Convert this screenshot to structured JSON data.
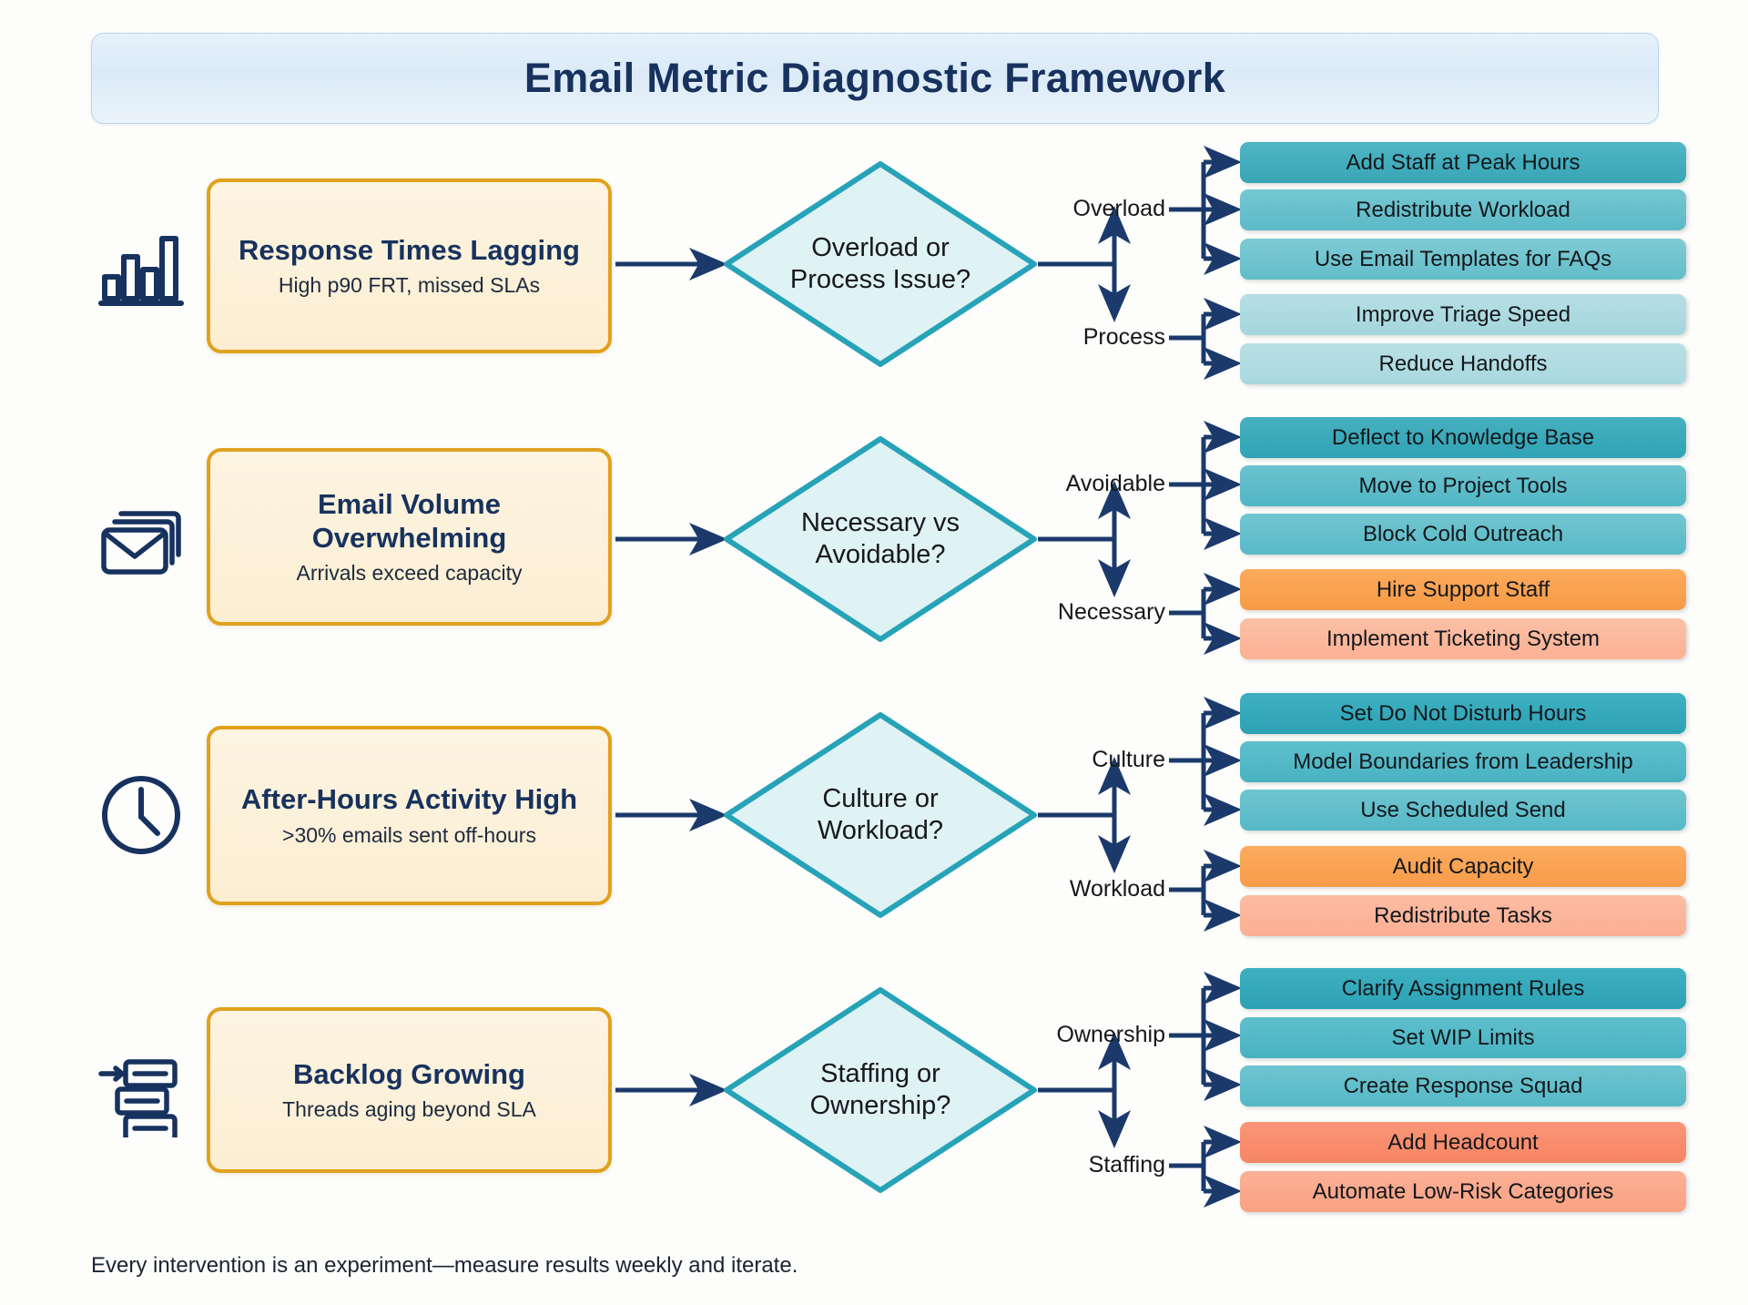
{
  "header": {
    "title": "Email Metric Diagnostic Framework"
  },
  "footer": {
    "note": "Every intervention is an experiment—measure results weekly and iterate."
  },
  "colors": {
    "background": "#fdfdfb",
    "banner_bg": "#e6f2fb",
    "banner_border": "#b9d6ea",
    "title_text": "#17325e",
    "problem_border": "#e0a21d",
    "problem_fill": "#fbeed2",
    "diamond_fill": "#dff2f4",
    "diamond_stroke": "#27a3b8",
    "connector": "#1c3a६e",
    "arrow_navy": "#1b3a6b",
    "teal_primary": "#38a5b6",
    "teal_light": "#a8d8de",
    "orange_primary": "#f79a45",
    "orange_light": "#fbb195",
    "coral": "#f78565"
  },
  "rows": [
    {
      "id": "response-times",
      "icon": "bar-chart-icon",
      "problem": {
        "title": "Response Times Lagging",
        "subtitle": "High p90 FRT, missed SLAs"
      },
      "decision": {
        "line1": "Overload or",
        "line2": "Process Issue?"
      },
      "branches": [
        {
          "label": "Overload",
          "actions": [
            {
              "text": "Add Staff at Peak Hours",
              "style": "t1"
            },
            {
              "text": "Redistribute Workload",
              "style": "t2"
            },
            {
              "text": "Use Email Templates for FAQs",
              "style": "t3"
            }
          ]
        },
        {
          "label": "Process",
          "actions": [
            {
              "text": "Improve Triage Speed",
              "style": "t4"
            },
            {
              "text": "Reduce Handoffs",
              "style": "t5"
            }
          ]
        }
      ]
    },
    {
      "id": "email-volume",
      "icon": "stacked-envelopes-icon",
      "problem": {
        "title": "Email Volume Overwhelming",
        "subtitle": "Arrivals exceed capacity"
      },
      "decision": {
        "line1": "Necessary vs",
        "line2": "Avoidable?"
      },
      "branches": [
        {
          "label": "Avoidable",
          "actions": [
            {
              "text": "Deflect to Knowledge Base",
              "style": "tA"
            },
            {
              "text": "Move to Project Tools",
              "style": "tB"
            },
            {
              "text": "Block Cold Outreach",
              "style": "tC"
            }
          ]
        },
        {
          "label": "Necessary",
          "actions": [
            {
              "text": "Hire Support Staff",
              "style": "o1"
            },
            {
              "text": "Implement Ticketing System",
              "style": "o2"
            }
          ]
        }
      ]
    },
    {
      "id": "after-hours",
      "icon": "clock-icon",
      "problem": {
        "title": "After-Hours Activity High",
        "subtitle": ">30% emails sent off-hours"
      },
      "decision": {
        "line1": "Culture or",
        "line2": "Workload?"
      },
      "branches": [
        {
          "label": "Culture",
          "actions": [
            {
              "text": "Set Do Not Disturb Hours",
              "style": "tD"
            },
            {
              "text": "Model Boundaries from Leadership",
              "style": "tE"
            },
            {
              "text": "Use Scheduled Send",
              "style": "tF"
            }
          ]
        },
        {
          "label": "Workload",
          "actions": [
            {
              "text": "Audit Capacity",
              "style": "o3"
            },
            {
              "text": "Redistribute Tasks",
              "style": "o4"
            }
          ]
        }
      ]
    },
    {
      "id": "backlog-growing",
      "icon": "queue-stack-icon",
      "problem": {
        "title": "Backlog Growing",
        "subtitle": "Threads aging beyond SLA"
      },
      "decision": {
        "line1": "Staffing or",
        "line2": "Ownership?"
      },
      "branches": [
        {
          "label": "Ownership",
          "actions": [
            {
              "text": "Clarify Assignment Rules",
              "style": "tD"
            },
            {
              "text": "Set WIP Limits",
              "style": "tE"
            },
            {
              "text": "Create Response Squad",
              "style": "tF"
            }
          ]
        },
        {
          "label": "Staffing",
          "actions": [
            {
              "text": "Add Headcount",
              "style": "o5"
            },
            {
              "text": "Automate Low-Risk Categories",
              "style": "o6"
            }
          ]
        }
      ]
    }
  ]
}
